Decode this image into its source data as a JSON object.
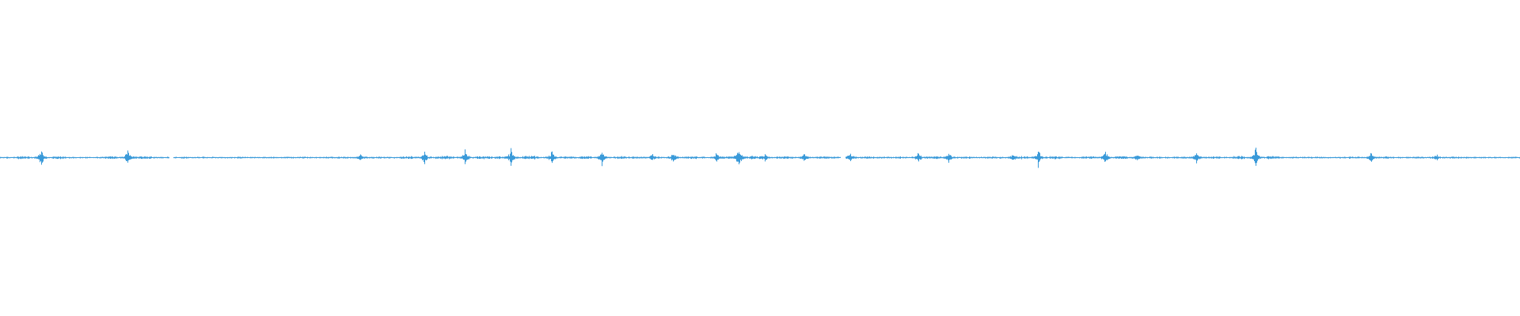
{
  "waveform": {
    "color": "#3a9ad9",
    "background": "#ffffff",
    "peaks": [
      {
        "t": 0.027,
        "a": 0.035
      },
      {
        "t": 0.084,
        "a": 0.03
      },
      {
        "t": 0.237,
        "a": 0.012
      },
      {
        "t": 0.279,
        "a": 0.03
      },
      {
        "t": 0.306,
        "a": 0.036
      },
      {
        "t": 0.336,
        "a": 0.034
      },
      {
        "t": 0.363,
        "a": 0.03
      },
      {
        "t": 0.396,
        "a": 0.03
      },
      {
        "t": 0.429,
        "a": 0.012
      },
      {
        "t": 0.443,
        "a": 0.02
      },
      {
        "t": 0.471,
        "a": 0.016
      },
      {
        "t": 0.486,
        "a": 0.045
      },
      {
        "t": 0.503,
        "a": 0.015
      },
      {
        "t": 0.529,
        "a": 0.016
      },
      {
        "t": 0.559,
        "a": 0.018
      },
      {
        "t": 0.604,
        "a": 0.018
      },
      {
        "t": 0.624,
        "a": 0.018
      },
      {
        "t": 0.666,
        "a": 0.012
      },
      {
        "t": 0.683,
        "a": 0.036
      },
      {
        "t": 0.727,
        "a": 0.026
      },
      {
        "t": 0.748,
        "a": 0.015
      },
      {
        "t": 0.787,
        "a": 0.022
      },
      {
        "t": 0.826,
        "a": 0.045
      },
      {
        "t": 0.902,
        "a": 0.022
      },
      {
        "t": 0.945,
        "a": 0.01
      }
    ],
    "gaps": [
      {
        "from": 0.111,
        "to": 0.114
      },
      {
        "from": 0.553,
        "to": 0.556
      }
    ]
  }
}
